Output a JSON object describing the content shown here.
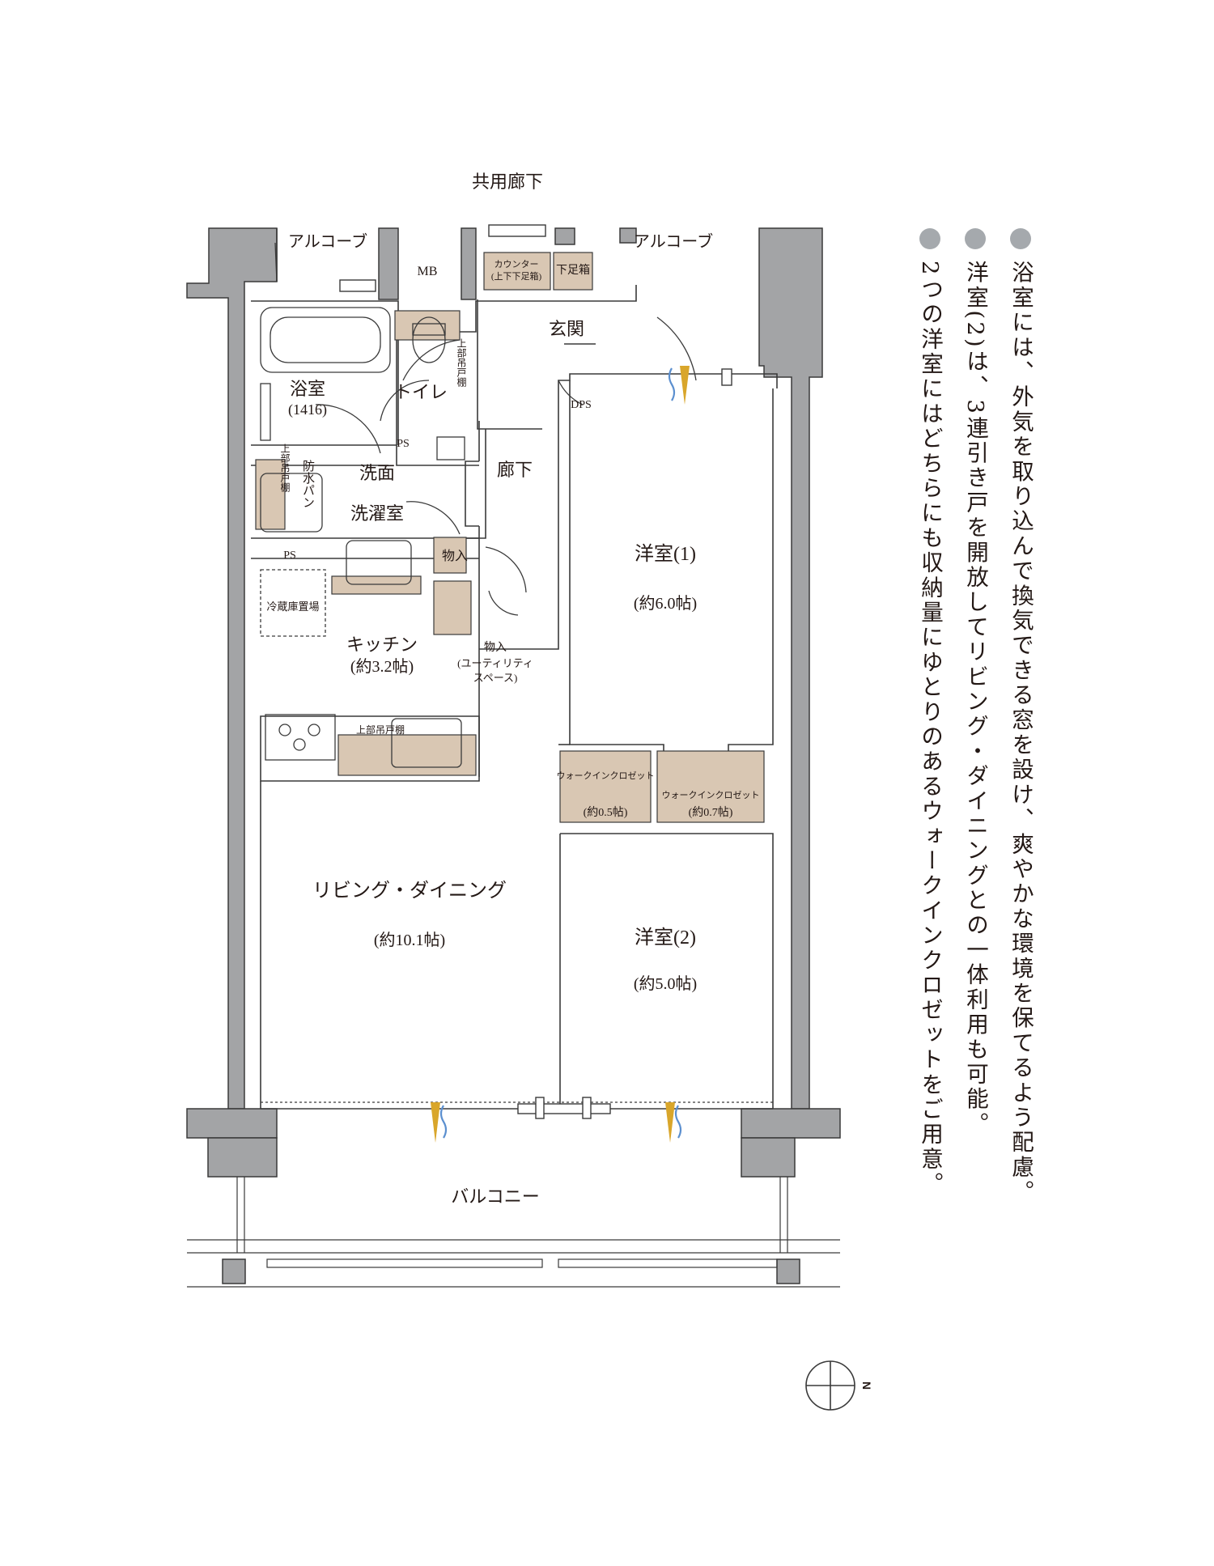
{
  "header": {
    "corridor": "共用廊下"
  },
  "colors": {
    "wall": "#a3a4a6",
    "storage": "#d9c7b3",
    "line": "#3a3a3a",
    "bullet": "#a5a9ad",
    "vent": "#d9a62b",
    "wind": "#5b8fcf"
  },
  "rooms": {
    "alcove_left": "アルコーブ",
    "alcove_right": "アルコーブ",
    "mb": "MB",
    "counter_line1": "カウンター",
    "counter_line2": "(上下下足箱)",
    "shoe_box": "下足箱",
    "entrance": "玄関",
    "dps": "DPS",
    "bath": "浴室",
    "bath_size": "(1416)",
    "toilet": "トイレ",
    "toilet_shelf": "上部吊戸棚",
    "ps_toilet": "PS",
    "wash_upper_shelf": "上部吊戸棚",
    "waterproof_pan": "防水パン",
    "washroom_line1": "洗面",
    "washroom_line2": "洗濯室",
    "hallway": "廊下",
    "ps_wash": "PS",
    "storage_small": "物入",
    "fridge": "冷蔵庫置場",
    "kitchen": "キッチン",
    "kitchen_size": "(約3.2帖)",
    "utility_line1": "物入",
    "utility_line2": "(ユーティリティ",
    "utility_line3": "スペース)",
    "kitchen_shelf": "上部吊戸棚",
    "living": "リビング・ダイニング",
    "living_size": "(約10.1帖)",
    "room1": "洋室(1)",
    "room1_size": "(約6.0帖)",
    "wic1": "ウォークインクロゼット",
    "wic1_size": "(約0.5帖)",
    "wic2": "ウォークインクロゼット",
    "wic2_size": "(約0.7帖)",
    "room2": "洋室(2)",
    "room2_size": "(約5.0帖)",
    "balcony": "バルコニー"
  },
  "compass": {
    "label": "N",
    "icon": "north-arrow-icon"
  },
  "notes": [
    "浴室には、外気を取り込んで換気できる窓を設け、爽やかな環境を保てるよう配慮。",
    "洋室(2)は、3連引き戸を開放してリビング・ダイニングとの一体利用も可能。",
    "2つの洋室にはどちらにも収納量にゆとりのあるウォークインクロゼットをご用意。"
  ]
}
